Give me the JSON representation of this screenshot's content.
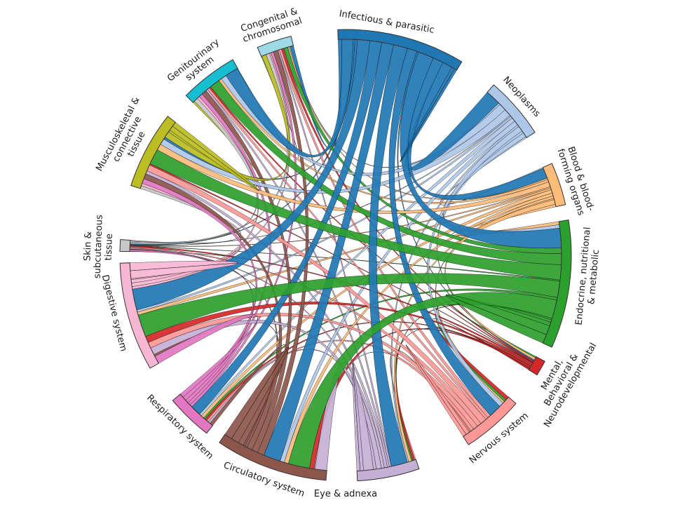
{
  "diagram": {
    "type": "chord",
    "groups": [
      {
        "id": "infectious",
        "lines": [
          "Infectious & parasitic"
        ],
        "color": "#1f77b4"
      },
      {
        "id": "neoplasms",
        "lines": [
          "Neoplasms"
        ],
        "color": "#aec7e8"
      },
      {
        "id": "blood",
        "lines": [
          "Blood & blood-",
          "forming organs"
        ],
        "color": "#ffbb78"
      },
      {
        "id": "endocrine",
        "lines": [
          "Endocrine, nutritional",
          "& metabolic"
        ],
        "color": "#2ca02c"
      },
      {
        "id": "mental",
        "lines": [
          "Mental,",
          "Behavioral &",
          "Neurodevelopmental"
        ],
        "color": "#d62728"
      },
      {
        "id": "nervous",
        "lines": [
          "Nervous system"
        ],
        "color": "#ff9896"
      },
      {
        "id": "eye",
        "lines": [
          "Eye & adnexa"
        ],
        "color": "#c5b0d5"
      },
      {
        "id": "circulatory",
        "lines": [
          "Circulatory system"
        ],
        "color": "#8c564b"
      },
      {
        "id": "respiratory",
        "lines": [
          "Respiratory system"
        ],
        "color": "#e377c2"
      },
      {
        "id": "digestive",
        "lines": [
          "Digestive system"
        ],
        "color": "#f7b6d2"
      },
      {
        "id": "skin",
        "lines": [
          "Skin &",
          "subcutaneous",
          "tissue"
        ],
        "color": "#c7c7c7"
      },
      {
        "id": "musculoskeletal",
        "lines": [
          "Musculoskeletal &",
          "connective",
          "tissue"
        ],
        "color": "#bcbd22"
      },
      {
        "id": "genitourinary",
        "lines": [
          "Genitourinary",
          "system"
        ],
        "color": "#17becf"
      },
      {
        "id": "congenital",
        "lines": [
          "Congenital &",
          "chromosomal"
        ],
        "color": "#9edae5"
      }
    ]
  }
}
